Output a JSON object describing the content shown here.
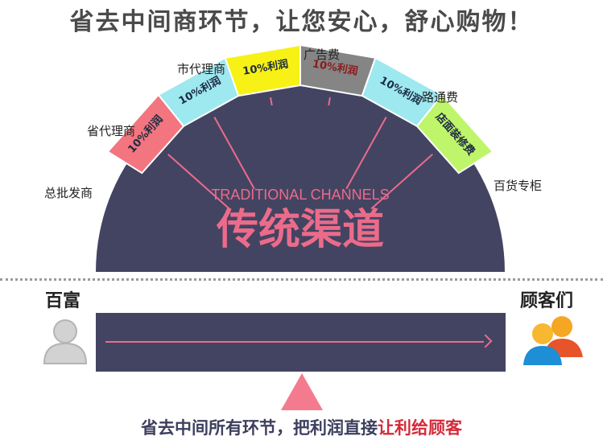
{
  "headline": "省去中间商环节，让您安心，舒心购物！",
  "diagram": {
    "center_label_en": "TRADITIONAL CHANNELS",
    "center_label_zh": "传统渠道",
    "segments": [
      {
        "name": "总批发商",
        "text": "10%利润",
        "color": "#f2757f"
      },
      {
        "name": "省代理商",
        "text": "10%利润",
        "color": "#9ee8f0"
      },
      {
        "name": "市代理商",
        "text": "10%利润",
        "color": "#f7f115"
      },
      {
        "name": "广告费",
        "text": "10%利润",
        "color": "#858585"
      },
      {
        "name": "路通费",
        "text": "10%利润",
        "color": "#9ee8f0"
      },
      {
        "name": "百货专柜",
        "text": "店面装修费",
        "color": "#bff56a"
      }
    ]
  },
  "direct": {
    "left_title": "百富",
    "right_title": "顾客们",
    "slogan_main": "省去中间所有环节，把利润直接",
    "slogan_highlight": "让利给顾客"
  },
  "colors": {
    "dark": "#434462",
    "accent_pink": "#ec6b8a",
    "highlight_red": "#d52a3a",
    "triangle": "#f47b8d"
  }
}
